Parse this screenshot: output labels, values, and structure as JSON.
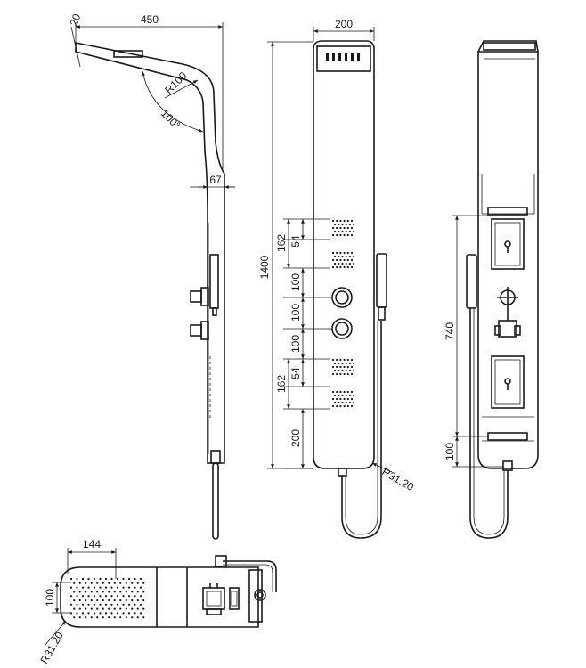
{
  "dimensions": {
    "side_arm_thickness": "20",
    "side_arm_length": "450",
    "side_radius": "R100",
    "side_angle": "100°",
    "side_wall_depth": "67",
    "front_width": "200",
    "front_height": "1400",
    "jet_block_1": "162",
    "jet_block_1_inner": "54",
    "control_spacing_1": "100",
    "control_spacing_2": "100",
    "control_spacing_3": "100",
    "jet_block_2": "162",
    "jet_block_2_inner": "54",
    "bottom_offset": "200",
    "corner_radius": "R31.20",
    "back_span": "740",
    "back_bottom": "100",
    "top_head_length": "144",
    "top_head_width": "100",
    "top_corner_radius": "R31.20"
  }
}
